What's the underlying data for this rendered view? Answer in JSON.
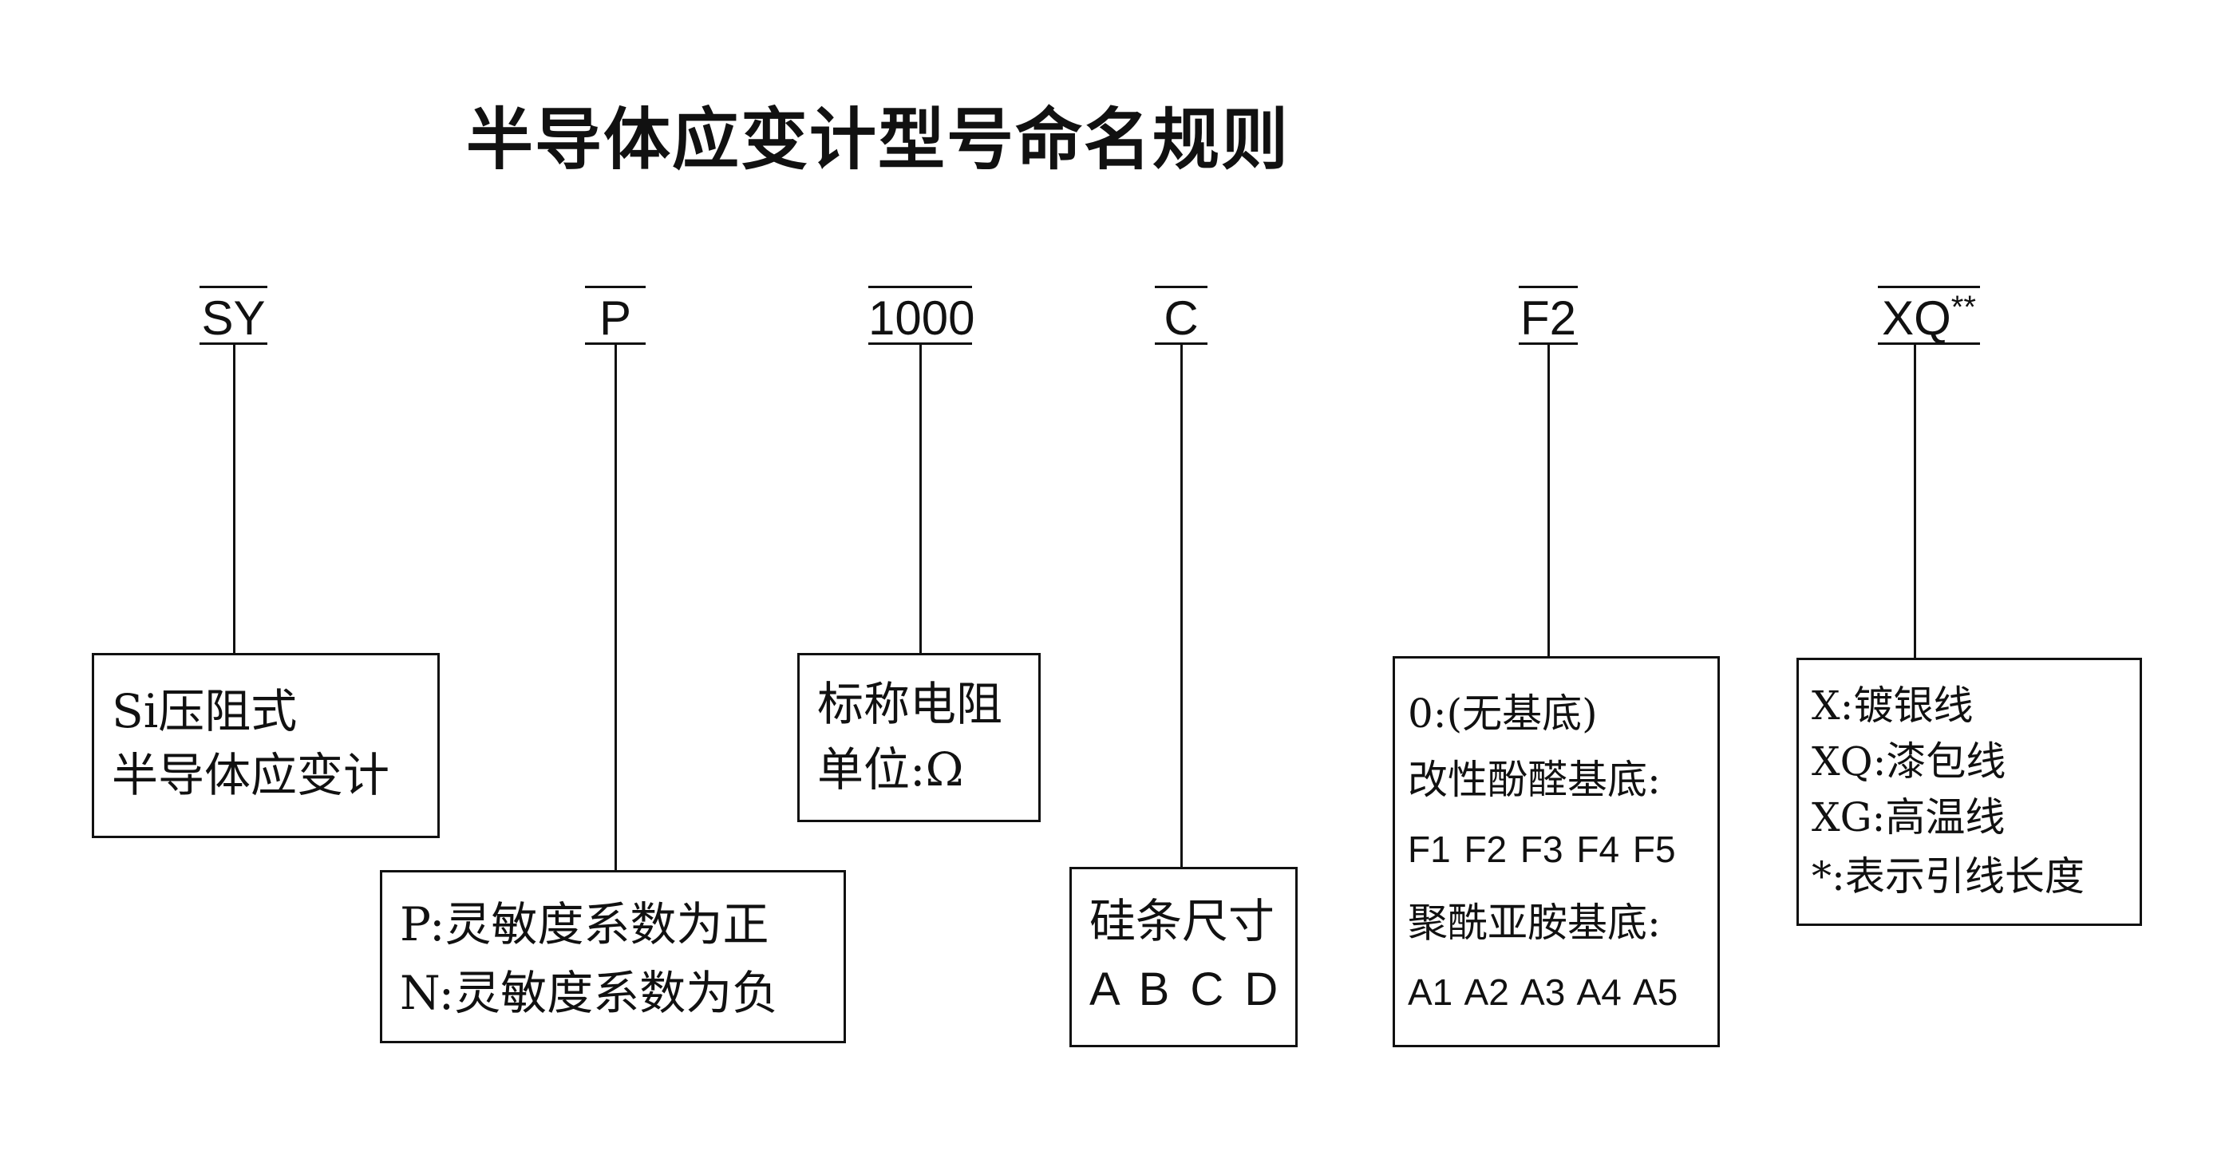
{
  "title": "半导体应变计型号命名规则",
  "codes": {
    "sy": "SY",
    "p": "P",
    "resistance": "1000",
    "c": "C",
    "f2": "F2",
    "xq": "XQ",
    "xq_suffix": "**"
  },
  "boxes": {
    "sy": [
      "Si压阻式",
      "半导体应变计"
    ],
    "p": [
      "P:灵敏度系数为正",
      "N:灵敏度系数为负"
    ],
    "resistance": [
      "标称电阻",
      "单位:Ω"
    ],
    "c": [
      "硅条尺寸",
      "A B C D"
    ],
    "f2": {
      "line1": "0:(无基底)",
      "line2": "改性酚醛基底:",
      "line3": "F1 F2 F3 F4 F5",
      "line4": "聚酰亚胺基底:",
      "line5": "A1 A2 A3 A4 A5"
    },
    "xq": [
      "X:镀银线",
      "XQ:漆包线",
      "XG:高温线",
      "*:表示引线长度"
    ]
  }
}
